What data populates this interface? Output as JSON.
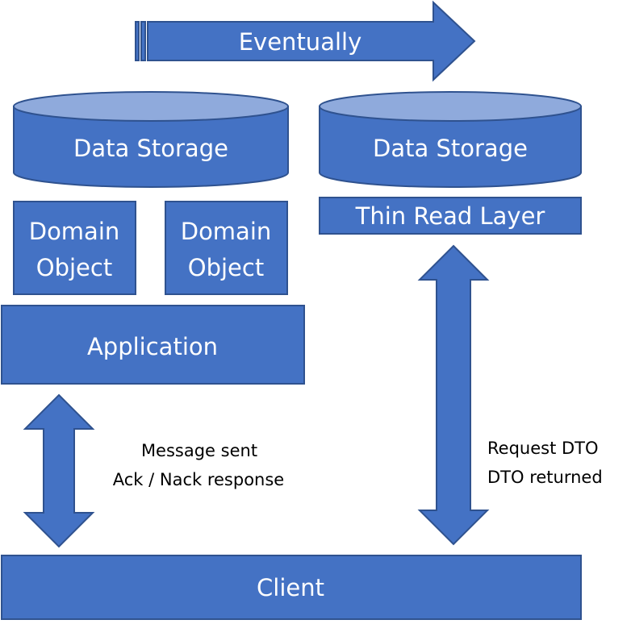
{
  "top_arrow": {
    "label": "Eventually"
  },
  "write_side": {
    "storage_label": "Data Storage",
    "domain_objects": [
      {
        "line1": "Domain",
        "line2": "Object"
      },
      {
        "line1": "Domain",
        "line2": "Object"
      }
    ],
    "application_label": "Application",
    "arrow_text": {
      "line1": "Message sent",
      "line2": "Ack / Nack response"
    }
  },
  "read_side": {
    "storage_label": "Data Storage",
    "thin_layer_label": "Thin Read Layer",
    "arrow_text": {
      "line1": "Request  DTO",
      "line2": "DTO returned"
    }
  },
  "client": {
    "label": "Client"
  },
  "colors": {
    "fill": "#4472C4",
    "stroke": "#2F528F",
    "cylinder_top": "#8FAADC",
    "text_on_shape": "#FFFFFF",
    "text_plain": "#000000"
  }
}
